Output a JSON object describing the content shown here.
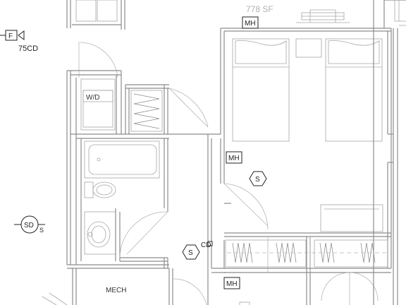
{
  "labels": {
    "area": "778 SF",
    "mh_top": "MH",
    "mh_mid": "MH",
    "mh_bottom": "MH",
    "washer_dryer": "W/D",
    "mech": "MECH",
    "smoke_detector": "SD",
    "smoke_detector_sub": "S",
    "fire_alarm": "F",
    "fire_alarm_sub": "75CD",
    "speaker_upper": "S",
    "speaker_lower": "S",
    "speaker_lower_tag": "CD"
  },
  "colors": {
    "wall": "#8c8c8c",
    "text": "#333333",
    "symbol": "#222222",
    "background": "#ffffff"
  }
}
